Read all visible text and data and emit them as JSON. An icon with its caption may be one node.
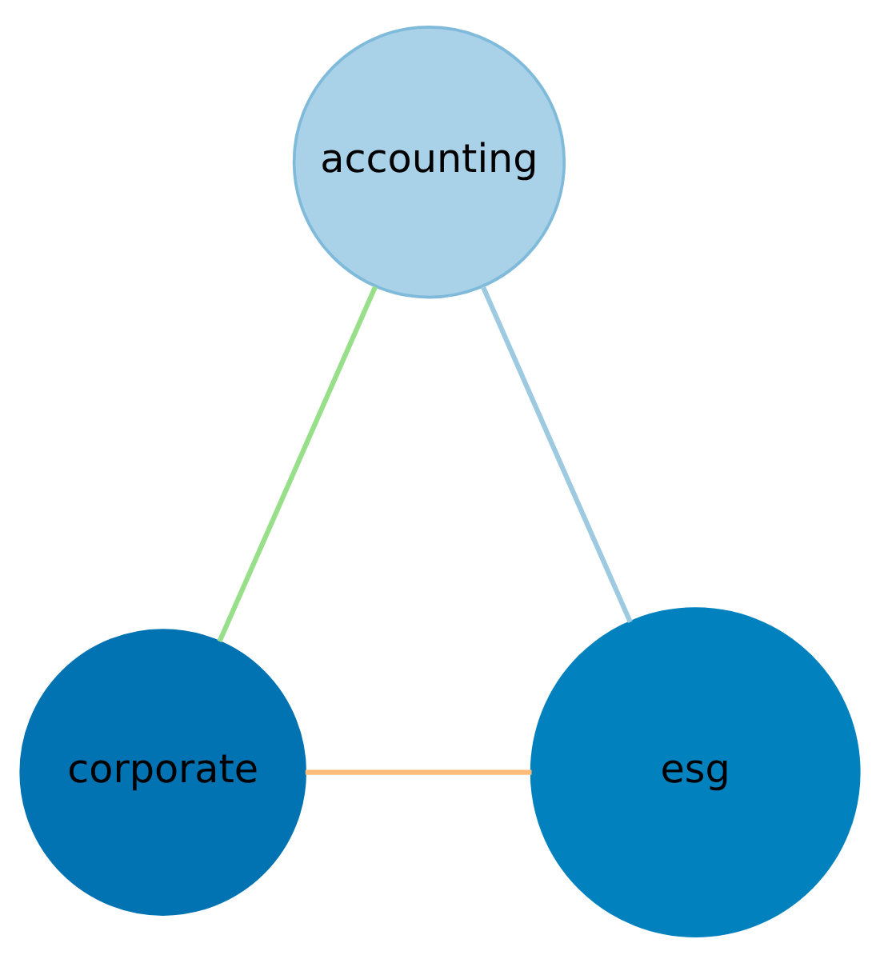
{
  "diagram": {
    "nodes": [
      {
        "text": [
          "accounting"
        ]
      },
      {
        "text": [
          "corporate"
        ]
      },
      {
        "text": [
          "esg"
        ]
      }
    ],
    "edges": [
      {
        "from": 0,
        "to": 1,
        "arrow": "none",
        "color": "#98df8a"
      },
      {
        "from": 0,
        "to": 2,
        "arrow": "none",
        "color": "#9ecae1"
      },
      {
        "from": 1,
        "to": 2,
        "arrow": "none",
        "color": "#ffbb78"
      }
    ]
  }
}
